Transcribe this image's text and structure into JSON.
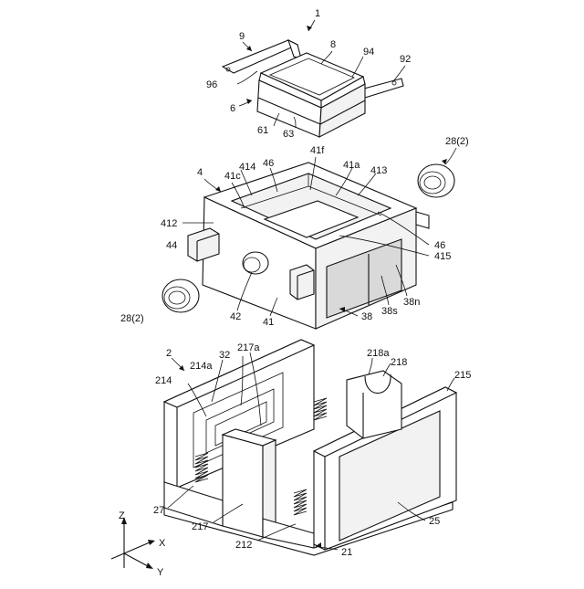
{
  "figure": {
    "labels": {
      "assembly": "1",
      "l9": "9",
      "l8": "8",
      "l94": "94",
      "l92": "92",
      "l96": "96",
      "l6": "6",
      "l61": "61",
      "l63": "63",
      "l28_top": "28(2)",
      "l4": "4",
      "l41f": "41f",
      "l41c": "41c",
      "l46_top": "46",
      "l414": "414",
      "l41a": "41a",
      "l413": "413",
      "l412": "412",
      "l44": "44",
      "l46_right": "46",
      "l415": "415",
      "l42": "42",
      "l41": "41",
      "l38s": "38s",
      "l38n": "38n",
      "l38": "38",
      "l28_left": "28(2)",
      "l2": "2",
      "l32": "32",
      "l217a": "217a",
      "l214a": "214a",
      "l214": "214",
      "l218a": "218a",
      "l218": "218",
      "l215": "215",
      "l27": "27",
      "l217": "217",
      "l25": "25",
      "l212": "212",
      "l21": "21"
    },
    "axes": {
      "z": "Z",
      "x": "X",
      "y": "Y"
    }
  }
}
